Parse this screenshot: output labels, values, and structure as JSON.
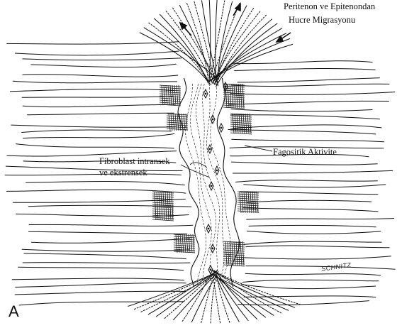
{
  "labels": {
    "migration_line1": "Peritenon ve Epitenondan",
    "migration_line2": "Hucre Migrasyonu",
    "phagocytic": "Fagositik Aktivite",
    "fibroblast_line1": "Fibroblast intransek",
    "fibroblast_line2": "ve ekstrensek",
    "panel": "A"
  },
  "artist_signature": "SCHNITZ",
  "colors": {
    "ink": "#111111",
    "background": "#ffffff"
  },
  "icons": [
    "arrow-icon",
    "arrow-icon",
    "arrow-icon"
  ]
}
